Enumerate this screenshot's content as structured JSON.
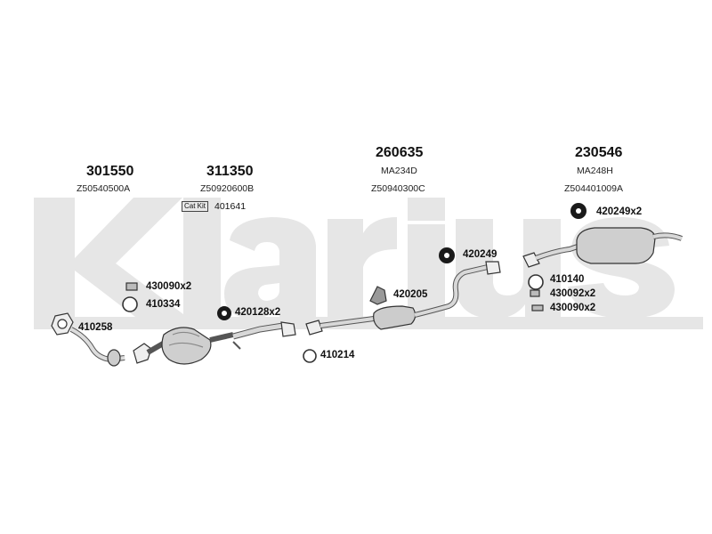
{
  "watermark": "Klarius",
  "groups": [
    {
      "number": "301550",
      "code": "Z50540500A"
    },
    {
      "number": "311350",
      "code": "Z50920600B",
      "kit_label": "Cat Kit",
      "kit_number": "401641"
    },
    {
      "number": "260635",
      "code_a": "MA234D",
      "code": "Z50940300C"
    },
    {
      "number": "230546",
      "code_a": "MA248H",
      "code": "Z504401009A"
    }
  ],
  "parts": {
    "p430090x2_left": "430090x2",
    "p410334": "410334",
    "p420128x2": "420128x2",
    "p410258": "410258",
    "p410214": "410214",
    "p420205": "420205",
    "p420249": "420249",
    "p420249x2": "420249x2",
    "p410140": "410140",
    "p430092x2": "430092x2",
    "p430090x2_right": "430090x2"
  },
  "colors": {
    "watermark": "#e6e6e6",
    "part_outline": "#333333",
    "part_fill": "#d9d9d9",
    "rubber": "#1a1a1a"
  }
}
